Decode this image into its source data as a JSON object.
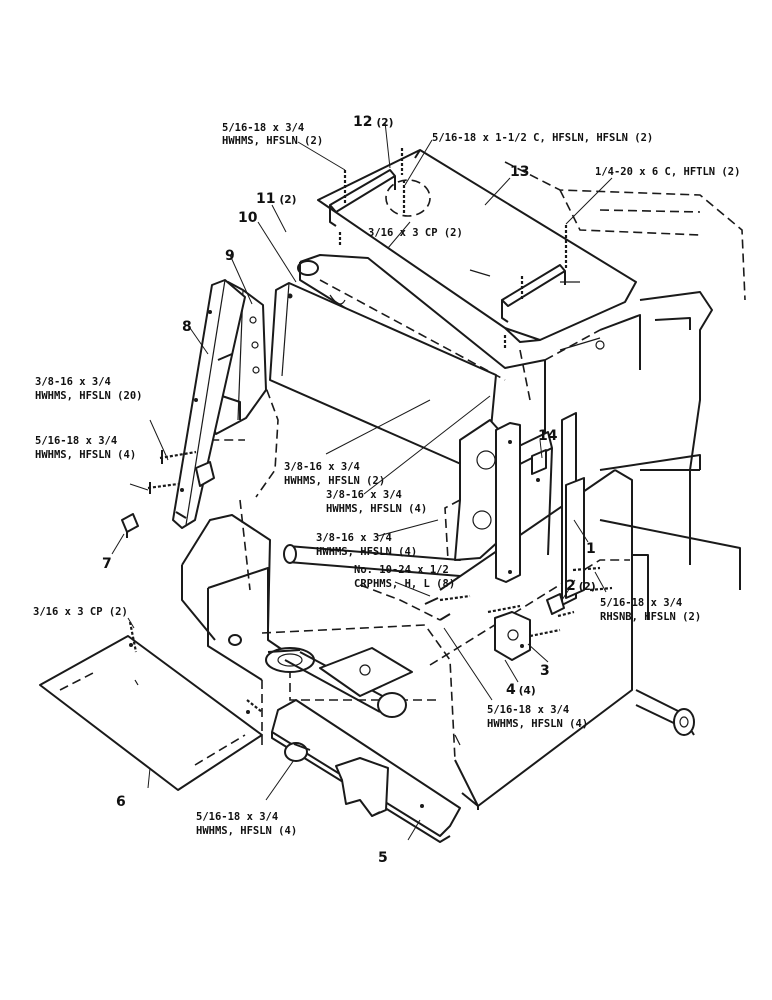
{
  "callouts": {
    "c1": {
      "num": "1"
    },
    "c2": {
      "num": "2",
      "qty": "(2)"
    },
    "c3": {
      "num": "3"
    },
    "c4": {
      "num": "4",
      "qty": "(4)"
    },
    "c5": {
      "num": "5"
    },
    "c6": {
      "num": "6"
    },
    "c7": {
      "num": "7"
    },
    "c8": {
      "num": "8"
    },
    "c9": {
      "num": "9"
    },
    "c10": {
      "num": "10"
    },
    "c11": {
      "num": "11",
      "qty": "(2)"
    },
    "c12": {
      "num": "12",
      "qty": "(2)"
    },
    "c13": {
      "num": "13"
    },
    "c14": {
      "num": "14"
    }
  },
  "hardware": {
    "h1": {
      "line1": "5/16-18 x 3/4",
      "line2": "HWHMS, HFSLN (2)"
    },
    "h2": {
      "line1": "5/16-18 x 1-1/2 C, HFSLN, HFSLN (2)"
    },
    "h3": {
      "line1": "1/4-20 x 6 C, HFTLN (2)"
    },
    "h4": {
      "line1": "3/16 x 3 CP (2)"
    },
    "h5": {
      "line1": "3/8-16 x 3/4",
      "line2": "HWHMS, HFSLN (20)"
    },
    "h6": {
      "line1": "5/16-18 x 3/4",
      "line2": "HWHMS, HFSLN (4)"
    },
    "h7": {
      "line1": "3/8-16 x 3/4",
      "line2": "HWHMS, HFSLN (2)"
    },
    "h8": {
      "line1": "3/8-16 x 3/4",
      "line2": "HWHMS, HFSLN (4)"
    },
    "h9": {
      "line1": "3/8-16 x 3/4",
      "line2": "HWHMS, HFSLN (4)"
    },
    "h10": {
      "line1": "No. 10-24 x 1/2",
      "line2": "CRPHMS, H, L (8)"
    },
    "h11": {
      "line1": "5/16-18 x 3/4",
      "line2": "RHSNB, HFSLN (2)"
    },
    "h12": {
      "line1": "3/16 x 3 CP (2)"
    },
    "h13": {
      "line1": "5/16-18 x 3/4",
      "line2": "HWHMS, HFSLN (4)"
    },
    "h14": {
      "line1": "5/16-18 x 3/4",
      "line2": "HWHMS, HFSLN (4)"
    }
  }
}
